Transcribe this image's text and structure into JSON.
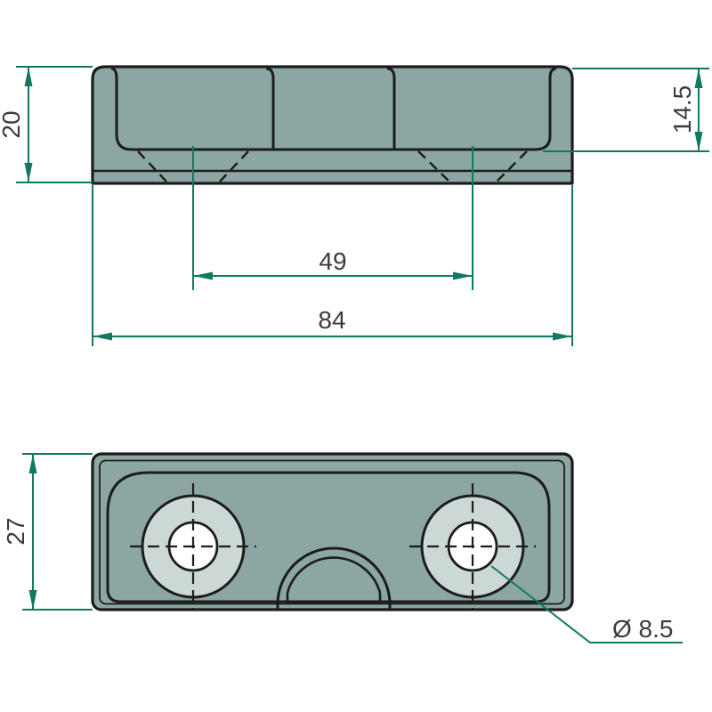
{
  "drawing": {
    "views": {
      "side_view": "part front elevation with recess and hidden countersink cones",
      "bottom_view": "part face with two counterbored holes and arched cutout"
    }
  },
  "dimensions": {
    "body_height": {
      "value": "20"
    },
    "recess_depth": {
      "value": "14.5"
    },
    "hole_spacing": {
      "value": "49"
    },
    "overall_length": {
      "value": "84"
    },
    "overall_width": {
      "value": "27"
    },
    "hole_diameter": {
      "value": "Ø 8.5"
    }
  },
  "colors": {
    "part-fill": "#8CA6A4",
    "counterbore-fill": "#CBD8D5",
    "hole-fill": "#FFFFFF",
    "outline": "#1C1C1C",
    "dimension-line": "#10795F",
    "dimension-text": "#3B3B3B",
    "background": "#FFFFFF"
  }
}
